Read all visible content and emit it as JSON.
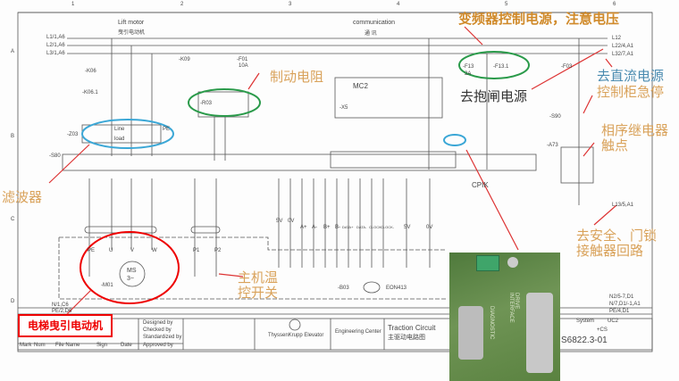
{
  "grid": {
    "columns": [
      "1",
      "2",
      "3",
      "4",
      "5",
      "6"
    ],
    "rows": [
      "A",
      "B",
      "C",
      "D"
    ]
  },
  "schematic": {
    "lift_motor": "Lift motor",
    "lift_motor_cn": "曳引电动机",
    "communication": "communication",
    "communication_cn": "通 讯",
    "lines": [
      "L1/1,A6",
      "L2/1,A6",
      "L3/1,A6"
    ],
    "right_lines": [
      "L12",
      "L22/4,A1",
      "L32/7,A1"
    ],
    "k06": "-K06",
    "k061": "-K06.1",
    "k09": "-K09",
    "f01": "-F01",
    "f01_rating": "10A",
    "mc2": "MC2",
    "x5": "-X5",
    "z03": "-Z03",
    "line": "Line",
    "load": "load",
    "pe": "PE",
    "r03": "-R03",
    "cpik": "CPIK",
    "s80": "-S80",
    "f13": "-F13",
    "f131": "-F13.1",
    "f03": "-F03",
    "fuse_rating": "2A",
    "s90": "-S90",
    "a73": "-A73",
    "l13": "L13/5,A1",
    "motor": "MS",
    "motor_phase": "3~",
    "m01": "-M01",
    "terminals": [
      "U",
      "V",
      "W",
      "PE"
    ],
    "p1": "P1",
    "p2": "P2",
    "b03": "-B03",
    "encoder": "EON413",
    "signals": [
      "5V",
      "0V",
      "A+",
      "A-",
      "B+",
      "B-",
      "DATA+",
      "DATA-",
      "CLOCK",
      "CLOCK-",
      "5V",
      "0V"
    ],
    "n_line": "N/1,C6",
    "pe_line": "PE/2,D6",
    "rb_lines": [
      "N2/5-7,D1",
      "N/7,D1/-1,A1",
      "PE/4,D1"
    ]
  },
  "title_block": {
    "designed": "Designed by",
    "checked": "Checked by",
    "standardized": "Standardized by",
    "approved": "Approved by",
    "cols": [
      "Mark",
      "Num",
      "File Name",
      "Sign",
      "Date"
    ],
    "company": "ThyssenKrupp Elevator",
    "center": "Engineering Center",
    "title": "Traction Circuit",
    "title_cn": "主驱动电路图",
    "drawing_no": "S6822.3-01",
    "system": "System",
    "system_val": "UC2",
    "cs": "+CS"
  },
  "annotations": {
    "brake_resistor": "制动电阻",
    "inverter_power": "变频器控制电源，注意电压",
    "brake_power": "去抱闸电源",
    "dc_power": "去直流电源",
    "estop": "控制柜急停",
    "phase_relay": "相序继电器触点",
    "filter": "滤波器",
    "thermal_switch": "主机温控开关",
    "safety_loop": "去安全、门锁接触器回路",
    "traction_motor": "电梯曳引电动机"
  },
  "photo": {
    "diagnostic": "DIAGNOSTIC",
    "drive_interface": "DRIVE INTERFACE"
  }
}
